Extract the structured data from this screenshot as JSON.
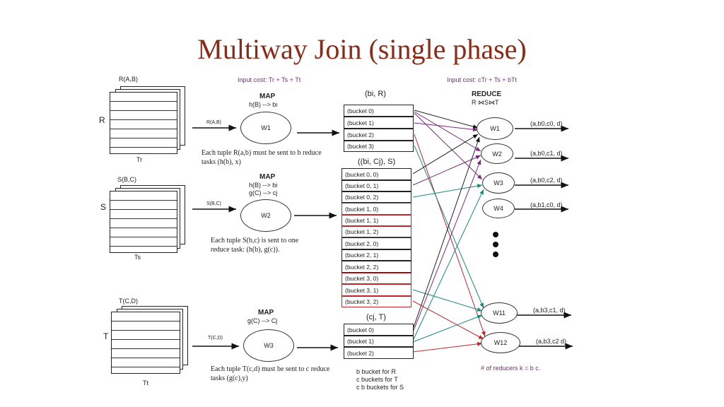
{
  "title": "Multiway Join (single phase)",
  "input_cost_left": "Input cost:  Tr + Ts + Tt",
  "input_cost_right": "Input cost:  cTr + Ts + bTt",
  "relations": [
    {
      "schema": "R(A,B)",
      "letter": "R",
      "count": "Tr"
    },
    {
      "schema": "S(B,C)",
      "letter": "S",
      "count": "Ts"
    },
    {
      "schema": "T(C,D)",
      "letter": "T",
      "count": "Tt"
    }
  ],
  "arrow_labels": [
    "R(A,B)",
    "S(B,C)",
    "T(C,D)"
  ],
  "maps": [
    {
      "title": "MAP",
      "lines": [
        "h(B) --> bi"
      ],
      "worker": "W1"
    },
    {
      "title": "MAP",
      "lines": [
        "h(B) --> bi",
        "g(C) --> cj"
      ],
      "worker": "W2"
    },
    {
      "title": "MAP",
      "lines": [
        "g(C) --> Cj"
      ],
      "worker": "W3"
    }
  ],
  "notes": [
    "Each tuple R(a,b) must be  sent to b reduce tasks (h(b), x)",
    "Each  tuple S(b,c) is sent to one reduce  task: (h(b), g(c)).",
    "Each tuple T(c,d) must be  sent to c reduce tasks (g(c),y)"
  ],
  "bucket_headers": [
    "(bi, R)",
    "((bi, Cj), S)",
    "(cj, T)"
  ],
  "r_buckets": [
    "(bucket 0)",
    "(bucket 1)",
    "(bucket 2)",
    "(bucket 3)"
  ],
  "s_buckets": [
    "(bucket 0, 0)",
    "(bucket 0, 1)",
    "(bucket 0, 2)",
    "(bucket 1, 0)",
    "(bucket 1, 1)",
    "(bucket 1, 2)",
    "(bucket 2, 0)",
    "(bucket 2, 1)",
    "(bucket 2, 2)",
    "(bucket 3, 0)",
    "(bucket 3, 1)",
    "(bucket 3, 2)"
  ],
  "t_buckets": [
    "(bucket 0)",
    "(bucket 1)",
    "(bucket 2)"
  ],
  "reduce": {
    "title": "REDUCE",
    "formula": "R ⋈S⋈T"
  },
  "reducers": [
    "W1",
    "W2",
    "W3",
    "W4",
    "W11",
    "W12"
  ],
  "outputs": [
    "(a,b0,c0, d)",
    "(a,b0,c1, d)",
    "(a,b0,c2, d)",
    "(a,b1,c0, d)",
    "(a,b3,c1, d)",
    "(a,b3,c2 d)"
  ],
  "reducer_count_note": "# of reducers k = b c.",
  "legend_lines": [
    "b  bucket for R",
    "c buckets  for T",
    "c  b buckets for S"
  ],
  "colors": {
    "title": "#8b2a16",
    "purple": "#7a2a7a",
    "red": "#c0272d",
    "teal": "#1a8a7a",
    "black": "#222222"
  }
}
